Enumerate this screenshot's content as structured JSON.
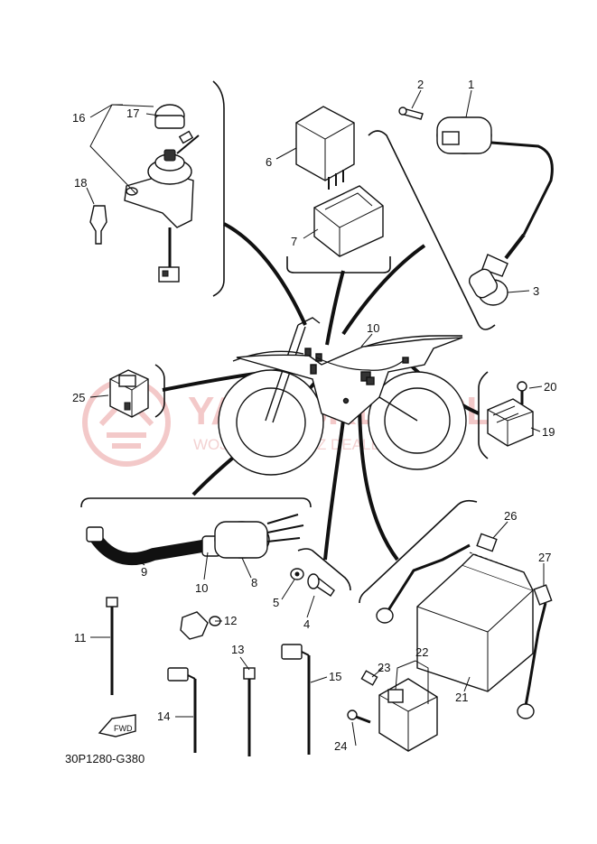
{
  "diagram": {
    "code": "30P1280-G380",
    "watermark": {
      "brand": "YAMASKLEP.PL",
      "line": "WOJCIECHOWICZ DEALER YAMAHA"
    },
    "fwd_label": "FWD",
    "callouts": [
      {
        "id": "c1",
        "text": "1"
      },
      {
        "id": "c2",
        "text": "2"
      },
      {
        "id": "c3",
        "text": "3"
      },
      {
        "id": "c4",
        "text": "4"
      },
      {
        "id": "c5",
        "text": "5"
      },
      {
        "id": "c6",
        "text": "6"
      },
      {
        "id": "c7",
        "text": "7"
      },
      {
        "id": "c8",
        "text": "8"
      },
      {
        "id": "c9",
        "text": "9"
      },
      {
        "id": "c10a",
        "text": "10"
      },
      {
        "id": "c10b",
        "text": "10"
      },
      {
        "id": "c11",
        "text": "11"
      },
      {
        "id": "c12",
        "text": "12"
      },
      {
        "id": "c13",
        "text": "13"
      },
      {
        "id": "c14",
        "text": "14"
      },
      {
        "id": "c15",
        "text": "15"
      },
      {
        "id": "c16",
        "text": "16"
      },
      {
        "id": "c17",
        "text": "17"
      },
      {
        "id": "c18",
        "text": "18"
      },
      {
        "id": "c19",
        "text": "19"
      },
      {
        "id": "c20",
        "text": "20"
      },
      {
        "id": "c21",
        "text": "21"
      },
      {
        "id": "c22",
        "text": "22"
      },
      {
        "id": "c23",
        "text": "23"
      },
      {
        "id": "c24",
        "text": "24"
      },
      {
        "id": "c25",
        "text": "25"
      },
      {
        "id": "c26",
        "text": "26"
      },
      {
        "id": "c27",
        "text": "27"
      }
    ]
  }
}
